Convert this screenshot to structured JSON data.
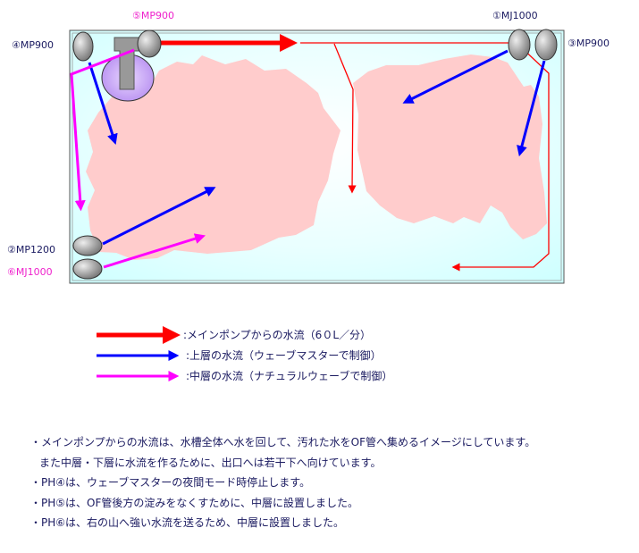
{
  "colors": {
    "tank_water": "#ccffff",
    "rock": "#ffcccc",
    "main_pump_flow": "#ff0000",
    "upper_flow": "#0000ff",
    "middle_flow": "#ff00ff",
    "pump_body": "#999999",
    "overflow_pipe": "#999999",
    "overflow_drain": "#cc99ff",
    "text": "#1a1a60",
    "pink_text": "#ee22cc"
  },
  "pumps": {
    "p1": "①MJ1000",
    "p2": "②MP1200",
    "p3": "③MP900",
    "p4": "④MP900",
    "p5": "⑤MP900",
    "p6": "⑥MJ1000"
  },
  "legend": {
    "main": ":メインポンプからの水流（6０L／分）",
    "upper": ":上層の水流（ウェーブマスターで制御）",
    "middle": ":中層の水流（ナチュラルウェーブで制御）"
  },
  "notes": {
    "line1": "・メインポンプからの水流は、水槽全体へ水を回して、汚れた水をOF管へ集めるイメージにしています。",
    "line2": "また中層・下層に水流を作るために、出口へは若干下へ向けています。",
    "line3": "・PH④は、ウェーブマスターの夜間モード時停止します。",
    "line4": "・PH⑤は、OF管後方の淀みをなくすために、中層に設置しました。",
    "line5": "・PH⑥は、右の山へ強い水流を送るため、中層に設置しました。"
  }
}
